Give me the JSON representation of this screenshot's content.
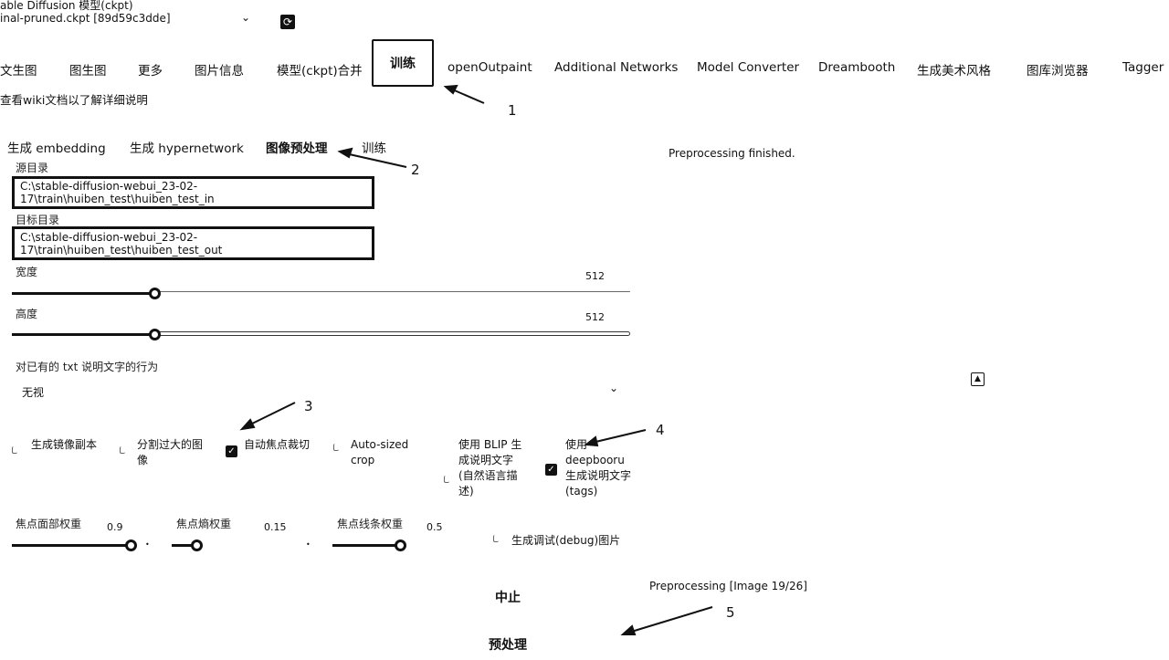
{
  "model_select": {
    "label": "able Diffusion 模型(ckpt)",
    "value": "inal-pruned.ckpt [89d59c3dde]"
  },
  "tabs": [
    "文生图",
    "图生图",
    "更多",
    "图片信息",
    "模型(ckpt)合并",
    "训练",
    "openOutpaint",
    "Additional Networks",
    "Model Converter",
    "Dreambooth",
    "生成美术风格",
    "图库浏览器",
    "Tagger"
  ],
  "wiki_hint": "查看wiki文档以了解详细说明",
  "subtabs": [
    "生成 embedding",
    "生成 hypernetwork",
    "图像预处理",
    "训练"
  ],
  "status_top": "Preprocessing finished.",
  "source_dir": {
    "label": "源目录",
    "value": "C:\\stable-diffusion-webui_23-02-17\\train\\huiben_test\\huiben_test_in"
  },
  "target_dir": {
    "label": "目标目录",
    "value": "C:\\stable-diffusion-webui_23-02-17\\train\\huiben_test\\huiben_test_out"
  },
  "width": {
    "label": "宽度",
    "value": "512",
    "fraction": 0.24
  },
  "height": {
    "label": "高度",
    "value": "512",
    "fraction": 0.24
  },
  "txt_action": {
    "label": "对已有的 txt 说明文字的行为",
    "value": "无视"
  },
  "checkboxes": {
    "mirror": {
      "label": "生成镜像副本",
      "checked": false
    },
    "split": {
      "label": "分割过大的图像",
      "checked": false
    },
    "autocrop": {
      "label": "自动焦点裁切",
      "checked": true
    },
    "autosize": {
      "label": "Auto-sized crop",
      "checked": false
    },
    "blip": {
      "label": "使用 BLIP 生成说明文字(自然语言描述)",
      "checked": false
    },
    "deepbooru": {
      "label": "使用 deepbooru 生成说明文字(tags)",
      "checked": true
    },
    "debug": {
      "label": "生成调试(debug)图片",
      "checked": false
    }
  },
  "focal_face": {
    "label": "焦点面部权重",
    "value": "0.9",
    "fraction": 0.9
  },
  "focal_entropy": {
    "label": "焦点熵权重",
    "value": "0.15",
    "fraction": 0.15
  },
  "focal_edges": {
    "label": "焦点线条权重",
    "value": "0.5",
    "fraction": 0.5
  },
  "progress_text": "Preprocessing [Image 19/26]",
  "interrupt_label": "中止",
  "preprocess_label": "预处理",
  "annotations": [
    "1",
    "2",
    "3",
    "4",
    "5"
  ]
}
